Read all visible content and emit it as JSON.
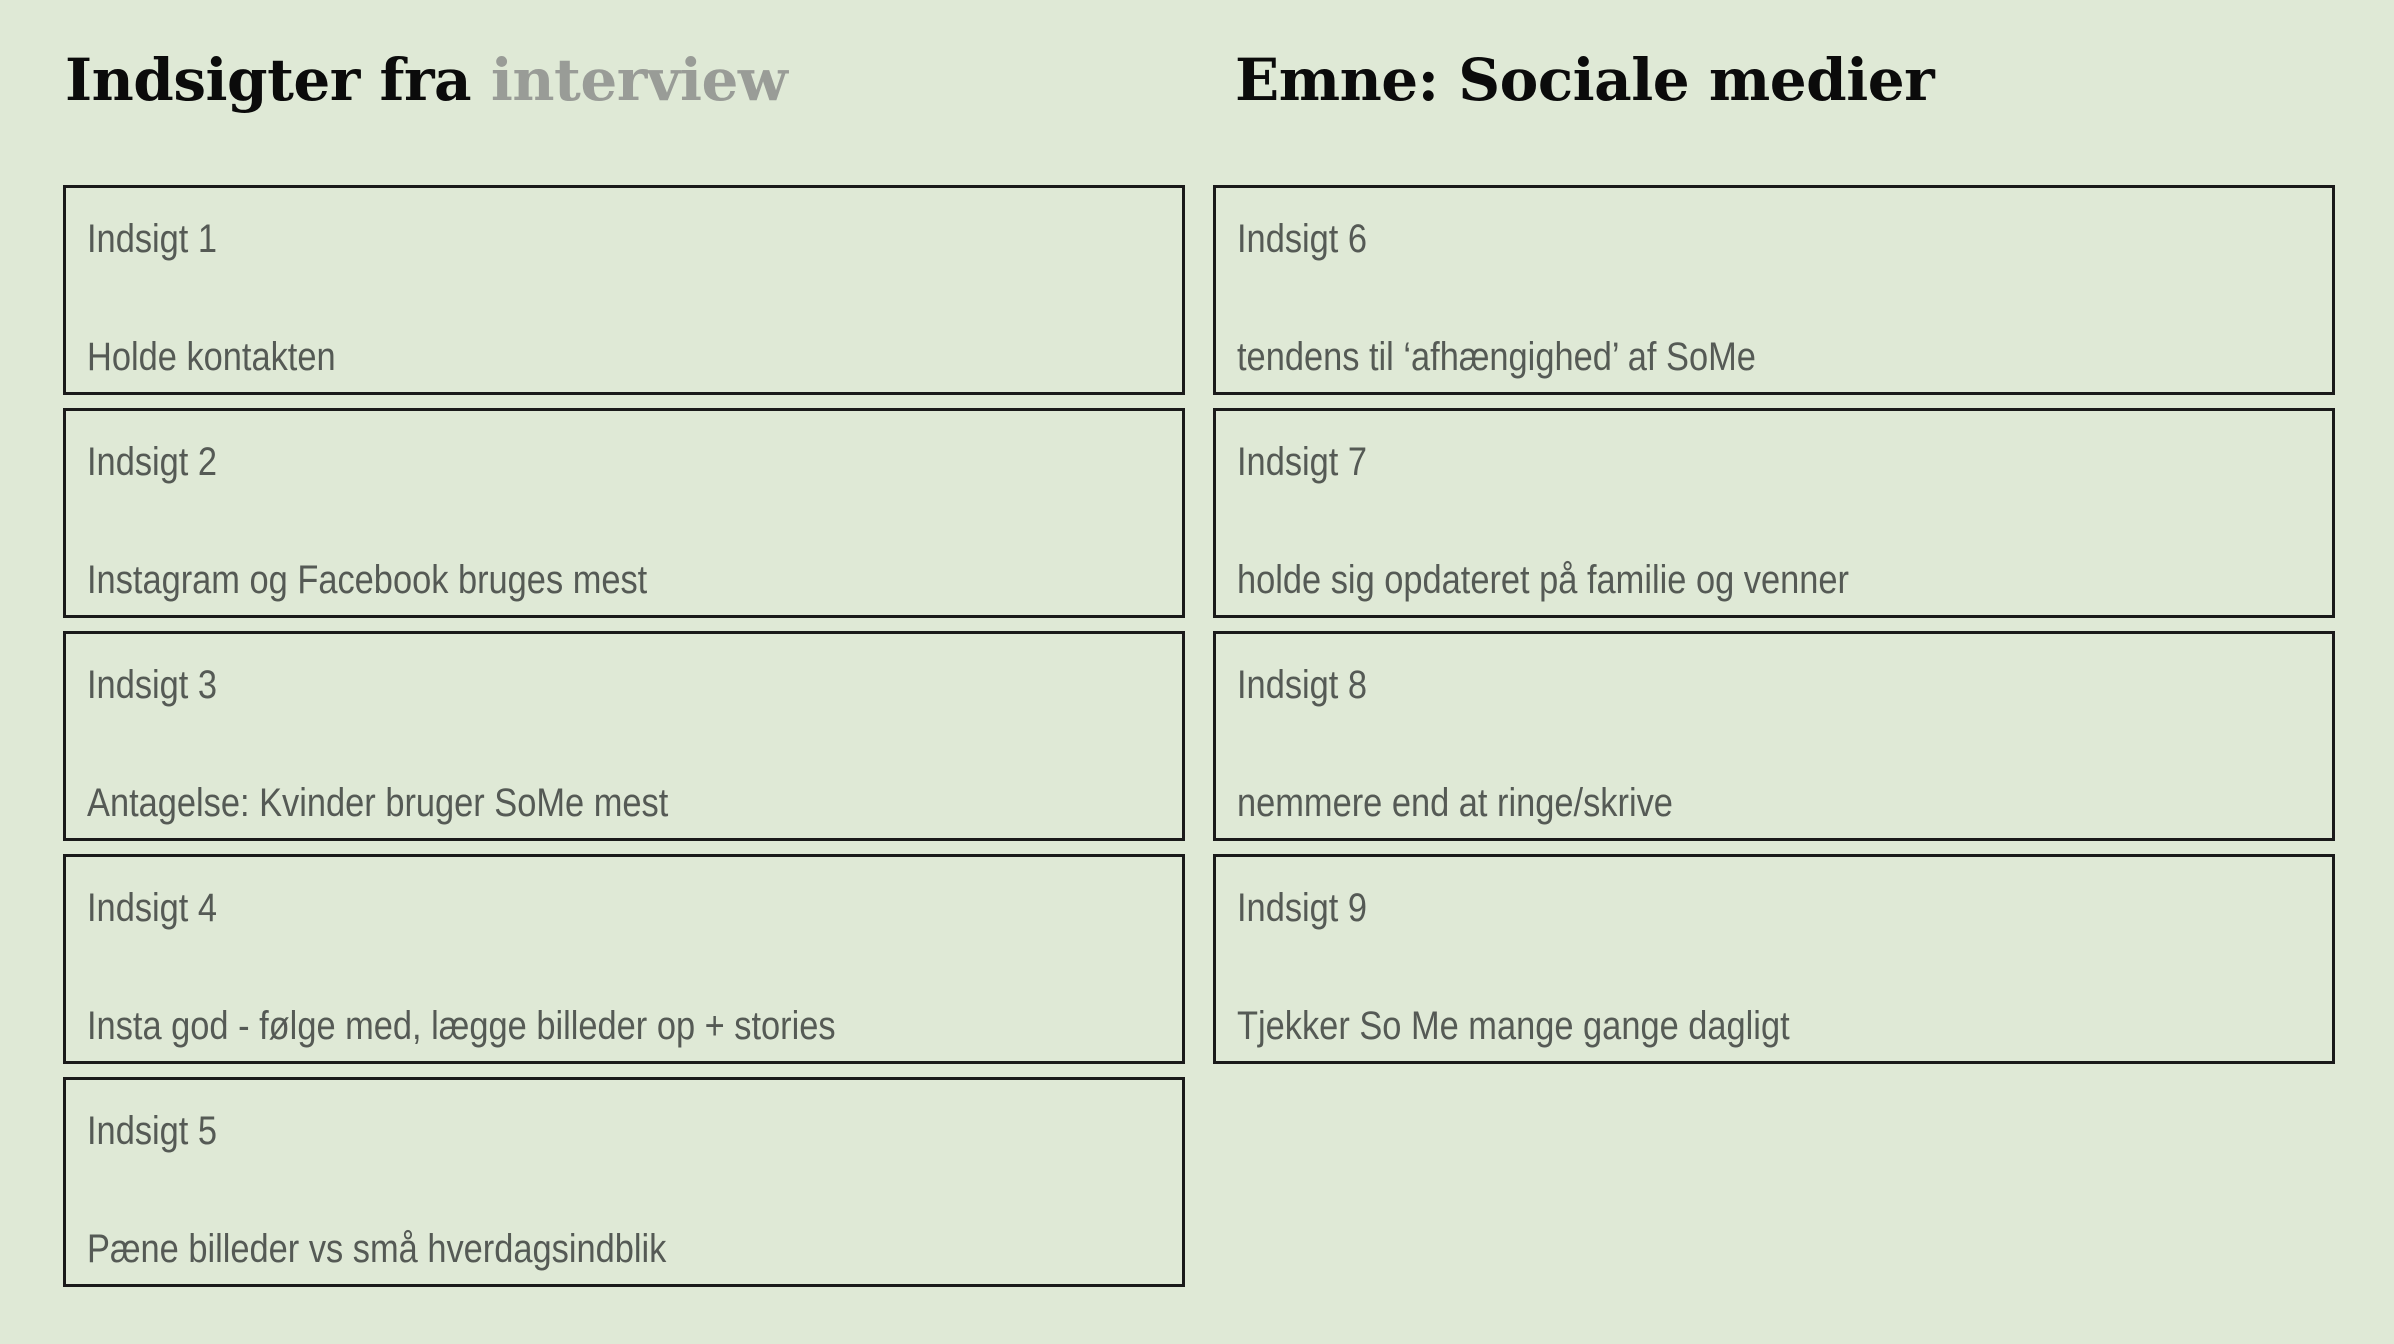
{
  "title_left": {
    "part1": "Indsigter fra ",
    "part2": "interview"
  },
  "title_right": "Emne: Sociale medier",
  "columns": [
    {
      "cards": [
        {
          "title": "Indsigt 1",
          "text": "Holde kontakten"
        },
        {
          "title": "Indsigt 2",
          "text": "Instagram og Facebook bruges mest"
        },
        {
          "title": "Indsigt 3",
          "text": "Antagelse: Kvinder bruger SoMe mest"
        },
        {
          "title": "Indsigt 4",
          "text": "Insta god - følge med, lægge billeder op + stories"
        },
        {
          "title": "Indsigt 5",
          "text": "Pæne billeder vs små hverdagsindblik"
        }
      ]
    },
    {
      "cards": [
        {
          "title": "Indsigt 6",
          "text": "tendens til ‘afhængighed’ af SoMe"
        },
        {
          "title": "Indsigt 7",
          "text": "holde sig opdateret på familie og venner"
        },
        {
          "title": "Indsigt 8",
          "text": "nemmere end at ringe/skrive"
        },
        {
          "title": "Indsigt 9",
          "text": "Tjekker So Me mange gange dagligt"
        }
      ]
    }
  ],
  "colors": {
    "background": "#dfe9d6",
    "heading": "#0b0b0b",
    "heading_muted": "#999c97",
    "card_text": "#555a55",
    "card_border": "#1a1a1a"
  }
}
